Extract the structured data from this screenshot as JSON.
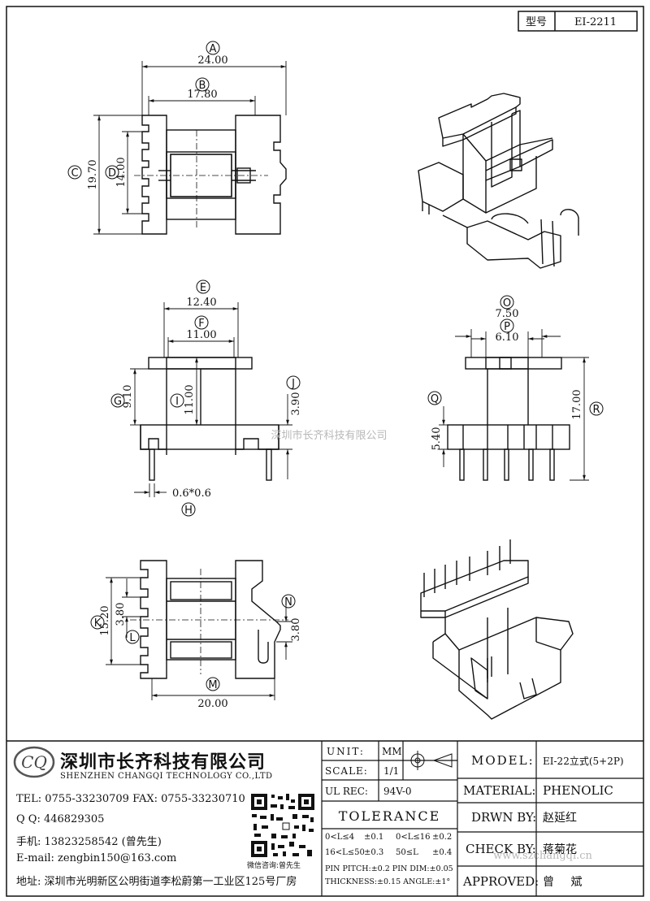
{
  "model_box": {
    "label": "型号",
    "value": "EI-2211"
  },
  "watermark": {
    "company": "深圳市长齐科技有限公司",
    "url": "www.szchangqi.cn"
  },
  "views": {
    "top": {
      "A": {
        "tag": "A",
        "value": "24.00"
      },
      "B": {
        "tag": "B",
        "value": "17.80"
      },
      "C": {
        "tag": "C",
        "value": "19.70"
      },
      "D": {
        "tag": "D",
        "value": "14.00"
      }
    },
    "front": {
      "E": {
        "tag": "E",
        "value": "12.40"
      },
      "F": {
        "tag": "F",
        "value": "11.00"
      },
      "G": {
        "tag": "G",
        "value": "9.10"
      },
      "I": {
        "tag": "I",
        "value": "11.00"
      },
      "J": {
        "tag": "J",
        "value": "3.90"
      },
      "H": {
        "tag": "H",
        "value": "0.6*0.6"
      }
    },
    "side": {
      "O": {
        "tag": "O",
        "value": "7.50"
      },
      "P": {
        "tag": "P",
        "value": "6.10"
      },
      "Q": {
        "tag": "Q",
        "value": "5.40"
      },
      "R": {
        "tag": "R",
        "value": "17.00"
      }
    },
    "bottom": {
      "K": {
        "tag": "K",
        "value": "15.20"
      },
      "L": {
        "tag": "L",
        "value": "3.80"
      },
      "M": {
        "tag": "M",
        "value": "20.00"
      },
      "N": {
        "tag": "N",
        "value": "3.80"
      }
    }
  },
  "title_block": {
    "company_cn": "深圳市长齐科技有限公司",
    "company_en": "SHENZHEN CHANGQI TECHNOLOGY CO.,LTD",
    "logo_text": "CQ",
    "tel": "TEL: 0755-33230709  FAX: 0755-33230710",
    "qq": "Q Q: 446829305",
    "mobile": "手机: 13823258542 (曾先生)",
    "email": "E-mail: zengbin150@163.com",
    "address": "地址: 深圳市光明新区公明街道李松蔚第一工业区125号厂房",
    "qr_caption": "微信咨询:曾先生",
    "unit_label": "UNIT:",
    "unit_value": "MM",
    "scale_label": "SCALE:",
    "scale_value": "1/1",
    "ul_label": "UL REC:",
    "ul_value": "94V-0",
    "tolerance_label": "TOLERANCE",
    "tol_1a": "0<L≤4",
    "tol_1b": "±0.1",
    "tol_1c": "0<L≤16",
    "tol_1d": "±0.2",
    "tol_2a": "16<L≤50",
    "tol_2b": "±0.3",
    "tol_2c": "50≤L",
    "tol_2d": "±0.4",
    "tol_3": "PIN PITCH:±0.2 PIN  DIM:±0.05",
    "tol_4": "THICKNESS:±0.15    ANGLE:±1°",
    "model_label": "MODEL:",
    "model_value": "EI-22立式(5+2P)",
    "material_label": "MATERIAL:",
    "material_value": "PHENOLIC",
    "drawn_label": "DRWN BY:",
    "drawn_value": "赵延红",
    "check_label": "CHECK BY:",
    "check_value": "蒋菊花",
    "approved_label": "APPROVED:",
    "approved_value": "曾 斌"
  }
}
